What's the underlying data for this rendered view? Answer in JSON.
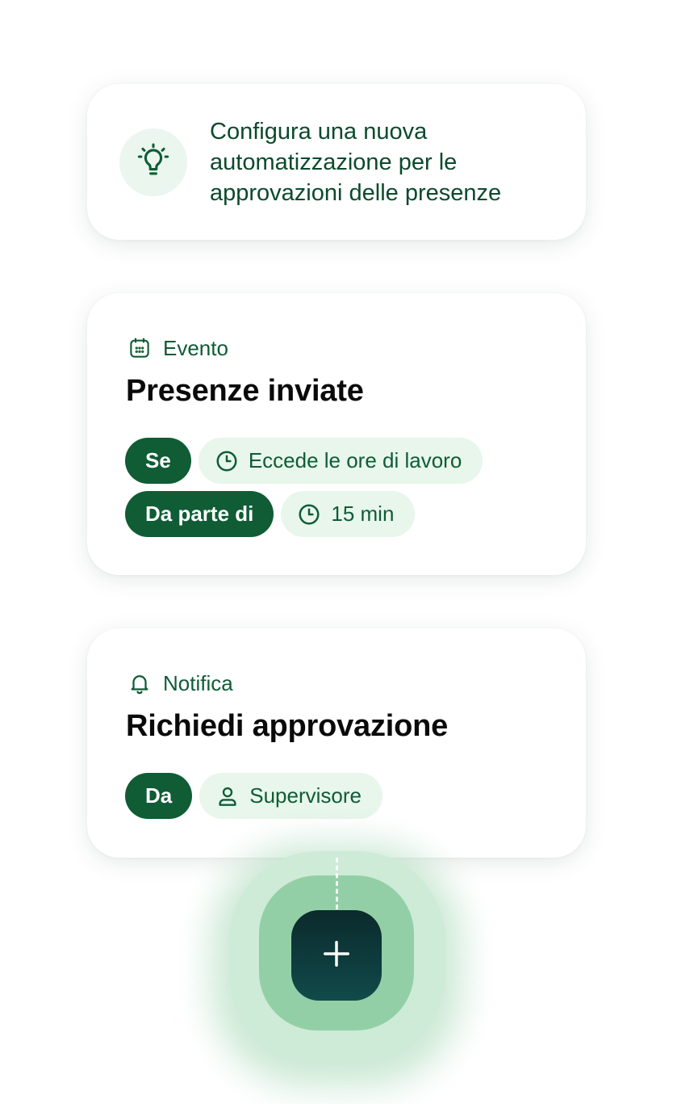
{
  "hint": {
    "text": "Configura una nuova automatizzazione per le approvazioni delle presenze",
    "icon": "lightbulb-icon"
  },
  "trigger_card": {
    "kicker_icon": "calendar-icon",
    "kicker": "Evento",
    "title": "Presenze inviate",
    "conditions": [
      {
        "label": "Se",
        "value": "Eccede le ore di lavoro",
        "icon": "clock-icon"
      },
      {
        "label": "Da parte di",
        "value": "15 min",
        "icon": "clock-icon"
      }
    ]
  },
  "action_card": {
    "kicker_icon": "bell-icon",
    "kicker": "Notifica",
    "title": "Richiedi approvazione",
    "conditions": [
      {
        "label": "Da",
        "value": "Supervisore",
        "icon": "user-icon"
      }
    ]
  },
  "add_button": {
    "icon": "plus-icon"
  },
  "colors": {
    "brand_green": "#0f5c35",
    "pill_light": "#e8f6ec",
    "fab_dark": "#0b2a2c",
    "fab_ring": "#93cfa6"
  }
}
